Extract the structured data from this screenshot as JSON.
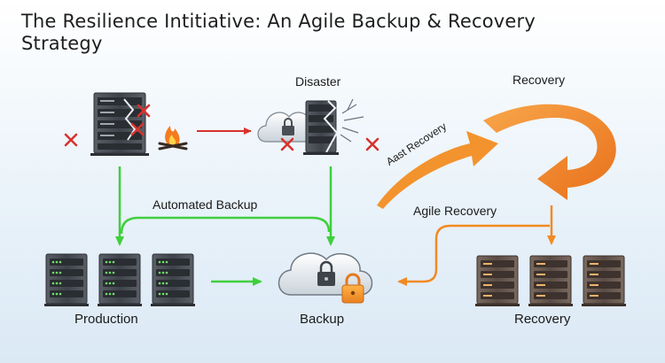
{
  "title": "The Resilience Intitiative: An Agile Backup & Recovery Strategy",
  "labels": {
    "disaster": "Disaster",
    "recovery_top": "Recovery",
    "fast_recovery": "Aast Recovery",
    "automated_backup": "Automated Backup",
    "agile_recovery": "Agile Recovery",
    "production": "Production",
    "backup": "Backup",
    "recovery_bottom": "Recovery"
  },
  "colors": {
    "red_arrow": "#d8322d",
    "green_arrow": "#3fcf3c",
    "orange": "#f28a22",
    "server_dark": "#4b5058",
    "server_brown": "#6a5a52"
  },
  "icons": [
    "server-rack-icon",
    "fire-icon",
    "x-mark-icon",
    "cloud-icon",
    "padlock-icon"
  ]
}
